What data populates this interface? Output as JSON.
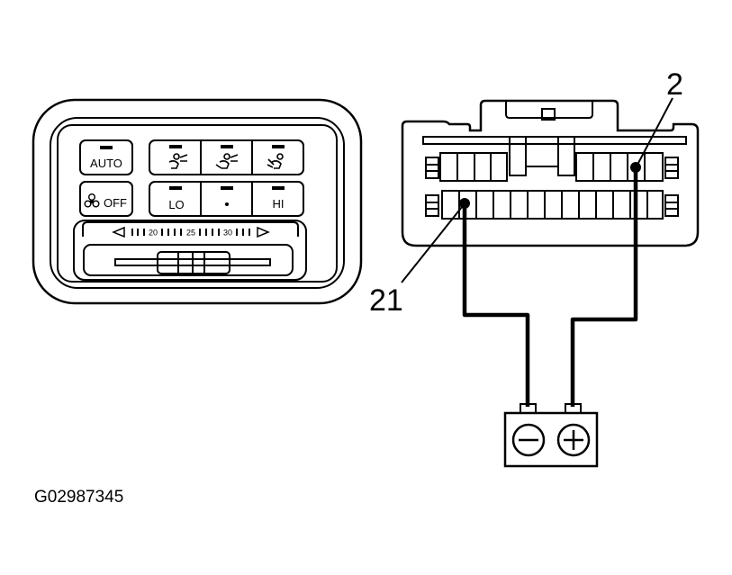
{
  "panel": {
    "auto_label": "AUTO",
    "off_label": "OFF",
    "lo_label": "LO",
    "hi_label": "HI",
    "scale": {
      "t20": "20",
      "t25": "25",
      "t30": "30"
    }
  },
  "connector": {
    "pin_a": "2",
    "pin_b": "21"
  },
  "figure_code": "G02987345"
}
